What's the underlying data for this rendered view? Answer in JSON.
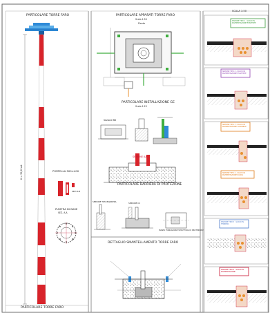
{
  "panels": {
    "tower": {
      "title": "PARTICOLARE TORRE FARO",
      "height_dim": "H = 35,00 mt",
      "door_title": "PORTELLA 500×400",
      "door_label": "SEZ.B-B",
      "base_title": "PIASTRA DI BASE",
      "base_sub": "SEZ. A-A",
      "footer_title": "PARTICOLARE TORRE FARO"
    },
    "foundation": {
      "title": "PARTICOLARE APPARATI TORRE FARO",
      "scale": "Scala 1:50",
      "plan_label": "Pianta"
    },
    "ground": {
      "title": "PARTICOLARE INSTALLAZIONE GE",
      "scale": "Scala 1:25",
      "section_bb": "Sezione BB",
      "section_aa": "SEZIONE AA"
    },
    "barrier": {
      "title": "PARTICOLARE BARRIERA DI PROTEZIONE",
      "left_label": "SEZIONE TIPO BARRIERA",
      "mid_label": "SEZIONE CC",
      "right_label": "PIANTA FONDAZIONE STRUTTURA DI PROTEZIONE"
    },
    "dismantle": {
      "title": "DETTAGLIO SMANTELLAMENTO TORRE FARO"
    },
    "sections": {
      "header": "SCALA 1:50",
      "tags": [
        {
          "text": "SEZIONE TIPO 1 - SCAVO IN PAVIMENTAZIONE ESISTENTE",
          "color": "#3a9a3a"
        },
        {
          "text": "SEZIONE TIPO 2 - SCAVO IN PAVIMENTAZIONE ESISTENTE",
          "color": "#8e3fb0"
        },
        {
          "text": "SEZIONE TIPO 3 - SCAVO IN PAVIMENTAZIONE FLESSIBILE",
          "color": "#e07b1a"
        },
        {
          "text": "SEZIONE TIPO 4 - SCAVO IN PAVIMENTAZIONE RIGIDA",
          "color": "#e07b1a"
        },
        {
          "text": "SEZIONE TIPO 5 - SCAVO IN TERRENO",
          "color": "#4a78c9"
        },
        {
          "text": "SEZIONE TIPO 6 - SCAVO IN PAVIMENTAZIONE",
          "color": "#c8102e"
        }
      ]
    }
  },
  "colors": {
    "tower_red": "#d8232a",
    "frame": "#555555",
    "concrete": "#b9b9b9",
    "conduit_orange": "#e8902f",
    "plate_green": "#3fae3f",
    "lamp_blue": "#2f8bd8"
  }
}
